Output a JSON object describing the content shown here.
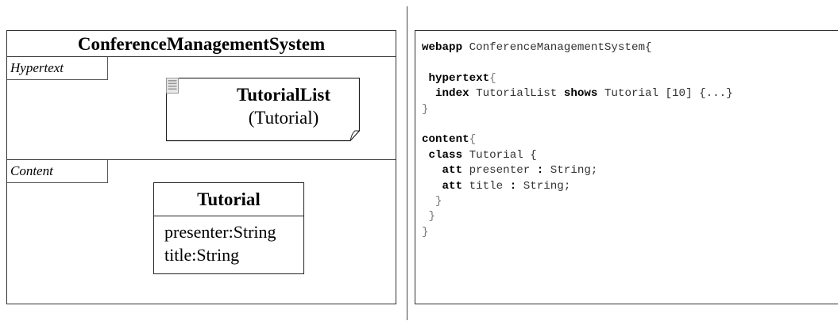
{
  "diagram": {
    "title": "ConferenceManagementSystem",
    "hypertext_label": "Hypertext",
    "content_label": "Content",
    "index_unit": {
      "name": "TutorialList",
      "entity": "(Tutorial)",
      "icon": "index-list-icon"
    },
    "class": {
      "name": "Tutorial",
      "attributes": [
        "presenter:String",
        "title:String"
      ]
    }
  },
  "code": {
    "line1_kw": "webapp",
    "line1_rest": " ConferenceManagementSystem{",
    "line2_kw": "hypertext",
    "line2_rest": "{",
    "line3_kw1": "index",
    "line3_mid": " TutorialList ",
    "line3_kw2": "shows",
    "line3_rest": " Tutorial [10] {...}",
    "line4": "}",
    "line5_kw": "content",
    "line5_rest": "{",
    "line6_kw": "class",
    "line6_rest": " Tutorial {",
    "line7_kw": "att",
    "line7_rest": " presenter ",
    "line7_colon": ":",
    "line7_type": " String;",
    "line8_kw": "att",
    "line8_rest": " title ",
    "line8_colon": ":",
    "line8_type": " String;",
    "line9": "}",
    "line10": "}",
    "line11": "}"
  }
}
